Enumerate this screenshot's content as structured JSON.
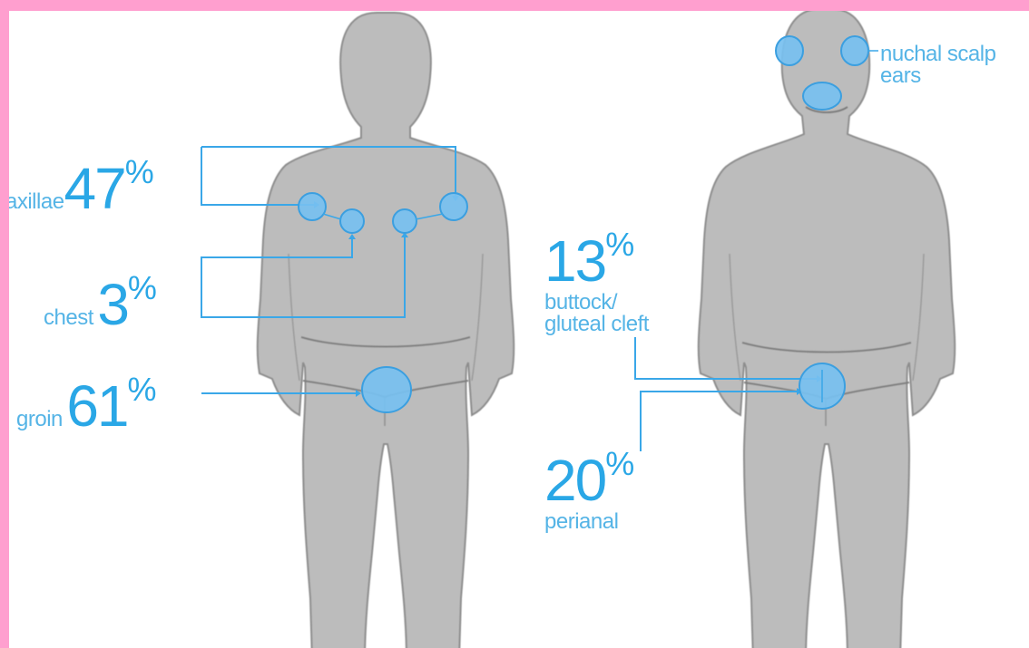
{
  "colors": {
    "border": "#ff9fcf",
    "body": "#bcbcbc",
    "body_stroke": "#8d8d8d",
    "marker": "#77c0f0",
    "marker_stroke": "#3b9fe0",
    "leader": "#3aa7e8",
    "text": "#2aa7e6"
  },
  "labels": {
    "axillae": {
      "name": "axillae",
      "value": "47",
      "unit": "%"
    },
    "chest": {
      "name": "chest",
      "value": "3",
      "unit": "%"
    },
    "groin": {
      "name": "groin",
      "value": "61",
      "unit": "%"
    },
    "buttock": {
      "value": "13",
      "unit": "%",
      "name_line1": "buttock/",
      "name_line2": "gluteal cleft"
    },
    "perianal": {
      "value": "20",
      "unit": "%",
      "name": "perianal"
    },
    "nuchal": {
      "line1": "nuchal scalp",
      "line2": "ears"
    }
  }
}
